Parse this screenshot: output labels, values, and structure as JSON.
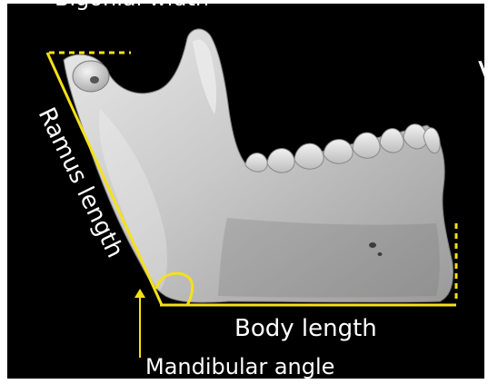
{
  "figure": {
    "top_caption": "Bigonial width",
    "ramus_label": "Ramus length",
    "body_label": "Body length",
    "angle_label": "Mandibular angle",
    "right_edge_glyph": "V"
  },
  "colors": {
    "background": "#000000",
    "border": "#ffffff",
    "annotation": "#f5e11a",
    "bone_light": "#e9e9e9",
    "bone_shadow": "#8d8d8d",
    "text": "#ffffff"
  }
}
